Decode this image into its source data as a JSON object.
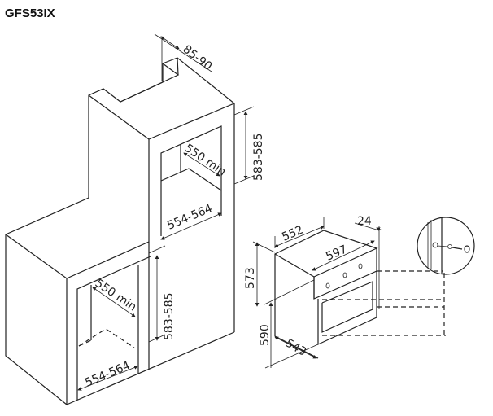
{
  "title": "GFS53IX",
  "dimensions": {
    "top_cabinet_depth": "85-90",
    "upper_niche_height": "583-585",
    "upper_niche_depth": "550 min",
    "upper_niche_width": "554-564",
    "lower_niche_height": "583-585",
    "lower_niche_depth": "550 min",
    "lower_niche_width": "554-564",
    "oven_depth": "552",
    "oven_panel_depth": "24",
    "oven_width": "597",
    "oven_height_body": "573",
    "oven_height_front": "590",
    "oven_depth_bottom": "543"
  },
  "colors": {
    "line": "#222222",
    "background": "#ffffff"
  }
}
